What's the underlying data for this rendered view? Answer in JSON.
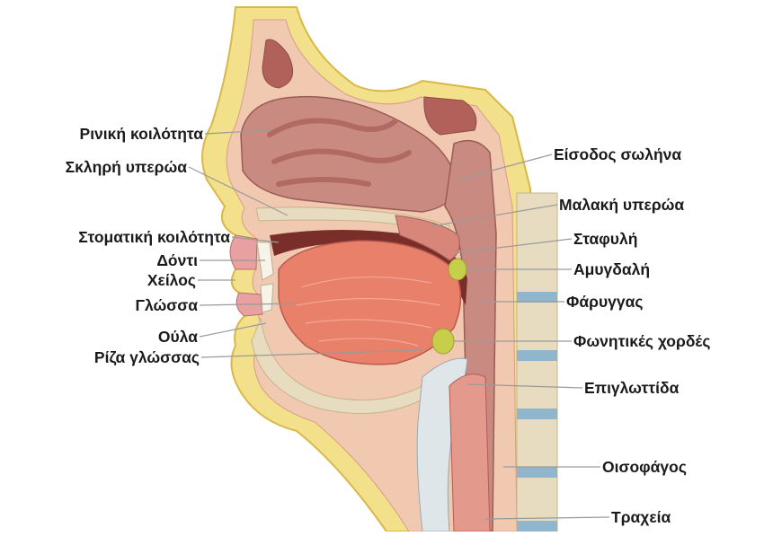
{
  "labels_left": [
    {
      "id": "nasal-cavity",
      "text": "Ρινική κοιλότητα"
    },
    {
      "id": "hard-palate",
      "text": "Σκληρή υπερώα"
    },
    {
      "id": "oral-cavity",
      "text": "Στοματική κοιλότητα"
    },
    {
      "id": "tooth",
      "text": "Δόντι"
    },
    {
      "id": "lip",
      "text": "Χείλος"
    },
    {
      "id": "tongue",
      "text": "Γλώσσα"
    },
    {
      "id": "gums",
      "text": "Ούλα"
    },
    {
      "id": "tongue-root",
      "text": "Ρίζα γλώσσας"
    }
  ],
  "labels_right": [
    {
      "id": "tube-entrance",
      "text": "Είσοδος σωλήνα"
    },
    {
      "id": "soft-palate",
      "text": "Μαλακή υπερώα"
    },
    {
      "id": "uvula",
      "text": "Σταφυλή"
    },
    {
      "id": "tonsil",
      "text": "Αμυγδαλή"
    },
    {
      "id": "pharynx",
      "text": "Φάρυγγας"
    },
    {
      "id": "vocal-cords",
      "text": "Φωνητικές χορδές"
    },
    {
      "id": "epiglottis",
      "text": "Επιγλωττίδα"
    },
    {
      "id": "esophagus",
      "text": "Οισοφάγος"
    },
    {
      "id": "trachea",
      "text": "Τραχεία"
    }
  ],
  "colors": {
    "skin": "#f3e08a",
    "skin_edge": "#d9b84a",
    "flesh": "#e39a8c",
    "flesh_dark": "#b85a50",
    "cavity": "#c98a82",
    "tongue": "#e8806a",
    "bone": "#e8dcc0",
    "cartilage": "#dfe6ea",
    "disc": "#8fb6cc",
    "tonsil": "#c7cf4a"
  }
}
